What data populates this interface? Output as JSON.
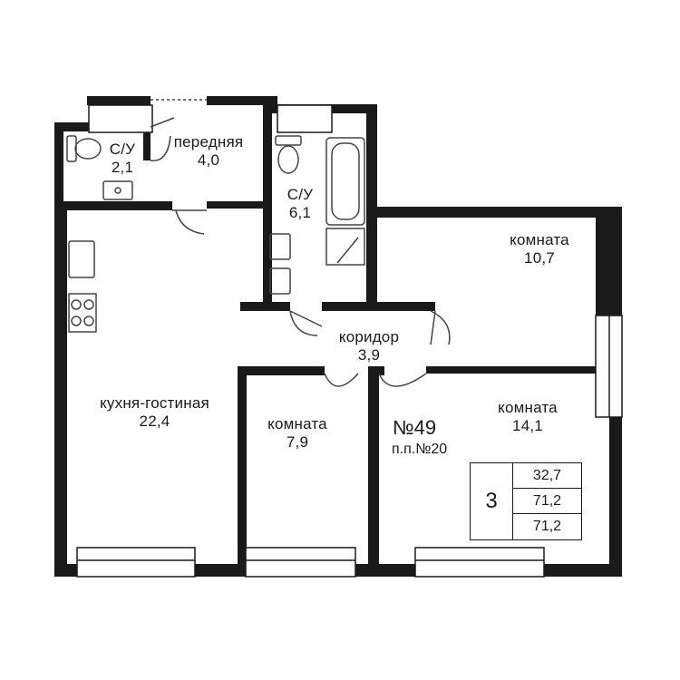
{
  "rooms": {
    "bathroom_small": {
      "name": "С/У",
      "area": "2,1"
    },
    "hallway": {
      "name": "передняя",
      "area": "4,0"
    },
    "bathroom_large": {
      "name": "С/У",
      "area": "6,1"
    },
    "room_top_right": {
      "name": "комната",
      "area": "10,7"
    },
    "corridor": {
      "name": "коридор",
      "area": "3,9"
    },
    "kitchen_living": {
      "name": "кухня-гостиная",
      "area": "22,4"
    },
    "room_middle": {
      "name": "комната",
      "area": "7,9"
    },
    "room_bottom_right": {
      "name": "комната",
      "area": "14,1"
    }
  },
  "apartment": {
    "number": "№49",
    "plot_number": "п.п.№20"
  },
  "summary": {
    "rooms_count": "3",
    "living_area": "32,7",
    "total_area": "71,2",
    "total_area_with_balcony": "71,2"
  },
  "colors": {
    "wall": "#1a1a1a",
    "fixture": "#444444",
    "background": "#ffffff"
  }
}
